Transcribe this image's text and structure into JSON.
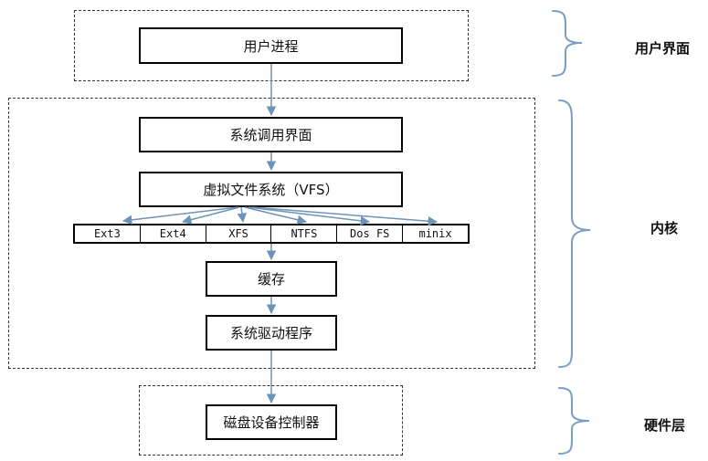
{
  "layers": {
    "user": "用户界面",
    "kernel": "内核",
    "hardware": "硬件层"
  },
  "boxes": {
    "user_process": "用户进程",
    "syscall": "系统调用界面",
    "vfs": "虚拟文件系统（VFS）",
    "cache": "缓存",
    "driver": "系统驱动程序",
    "disk_controller": "磁盘设备控制器"
  },
  "filesystems": [
    "Ext3",
    "Ext4",
    "XFS",
    "NTFS",
    "Dos FS",
    "minix"
  ],
  "colors": {
    "arrow": "#6e93b9",
    "brace": "#7a9cc6",
    "border": "#000000"
  }
}
